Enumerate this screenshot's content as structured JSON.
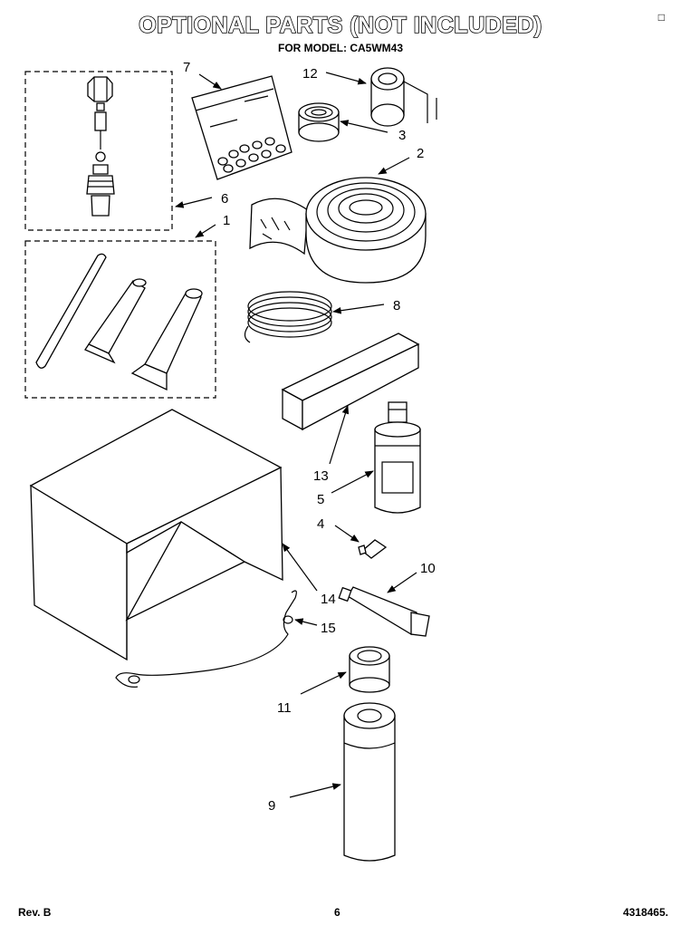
{
  "header": {
    "title": "OPTIONAL PARTS (NOT INCLUDED)",
    "subtitle": "FOR MODEL: CA5WM43"
  },
  "footer": {
    "rev": "Rev. B",
    "page": "6",
    "doc_number": "4318465."
  },
  "corner_mark": "□",
  "callouts": [
    {
      "id": "c7",
      "label": "7"
    },
    {
      "id": "c12",
      "label": "12"
    },
    {
      "id": "c3",
      "label": "3"
    },
    {
      "id": "c2",
      "label": "2"
    },
    {
      "id": "c6",
      "label": "6"
    },
    {
      "id": "c1",
      "label": "1"
    },
    {
      "id": "c8",
      "label": "8"
    },
    {
      "id": "c13",
      "label": "13"
    },
    {
      "id": "c5",
      "label": "5"
    },
    {
      "id": "c4",
      "label": "4"
    },
    {
      "id": "c10",
      "label": "10"
    },
    {
      "id": "c14",
      "label": "14"
    },
    {
      "id": "c15",
      "label": "15"
    },
    {
      "id": "c11",
      "label": "11"
    },
    {
      "id": "c9",
      "label": "9"
    }
  ]
}
